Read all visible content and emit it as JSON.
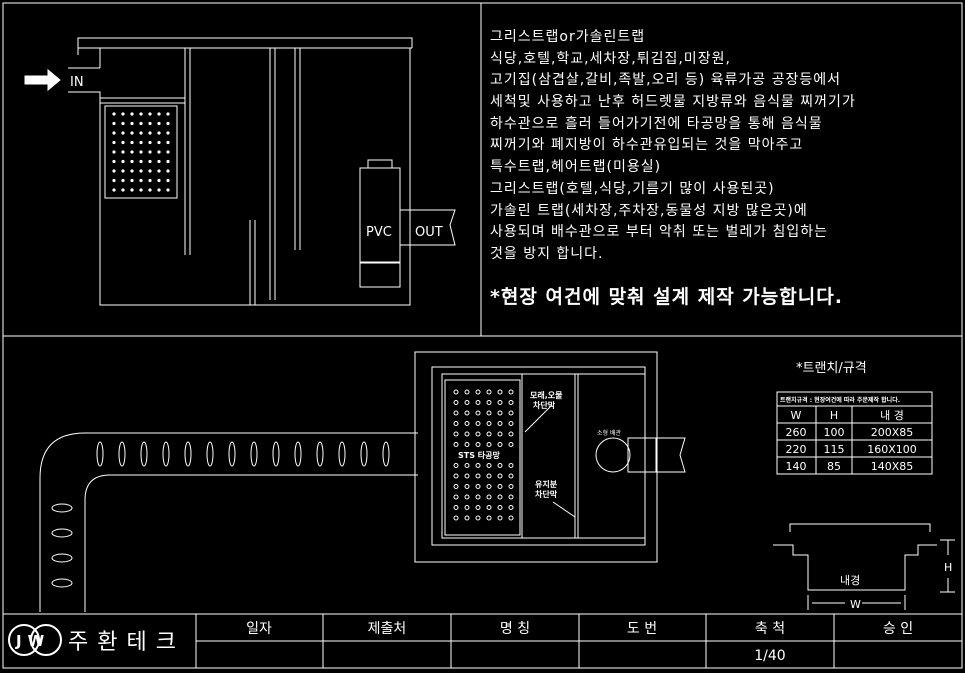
{
  "description": {
    "lines": [
      "그리스트랩or가솔린트랩",
      "식당,호텔,학교,세차장,튀김집,미장원,",
      "고기집(삼겹살,갈비,족발,오리 등) 육류가공 공장등에서",
      "세척및 사용하고 난후 허드렛물 지방류와 음식물 찌꺼기가",
      "하수관으로 흘러 들어가기전에 타공망을 통해 음식물",
      "찌꺼기와 폐지방이 하수관유입되는 것을 막아주고",
      "특수트랩,헤어트랩(미용실)",
      "그리스트랩(호텔,식당,기름기 많이 사용된곳)",
      "가솔린 트랩(세차장,주차장,동물성 지방 많은곳)에",
      "사용되며 배수관으로 부터 악취 또는 벌레가 침입하는",
      "것을 방지 합니다."
    ],
    "note": "*현장 여건에 맞춰 설계 제작 가능합니다."
  },
  "section_drawing": {
    "in_label": "IN",
    "pvc_label": "PVC",
    "out_label": "OUT"
  },
  "plan_drawing": {
    "sand_label_1": "모래,오물",
    "sand_label_2": "차단막",
    "mesh_label": "STS 타공망",
    "oil_label_1": "유지분",
    "oil_label_2": "차단막",
    "outlet_label": "소형 배관"
  },
  "spec": {
    "title": "*트랜치/규격",
    "table_note": "트랜치규격 : 현장여건에 따라 주문제작 합니다.",
    "headers": [
      "W",
      "H",
      "내 경"
    ],
    "rows": [
      [
        "260",
        "100",
        "200X85"
      ],
      [
        "220",
        "115",
        "160X100"
      ],
      [
        "140",
        "85",
        "140X85"
      ]
    ],
    "profile_inner": "내경",
    "profile_w": "W",
    "profile_h": "H"
  },
  "title_block": {
    "logo_letters": "JW",
    "company": "주 환 테 크",
    "headers": [
      "일자",
      "제출처",
      "명    칭",
      "도    번",
      "축    척",
      "승    인"
    ],
    "values": [
      "",
      "",
      "",
      "",
      "1/40",
      ""
    ]
  }
}
